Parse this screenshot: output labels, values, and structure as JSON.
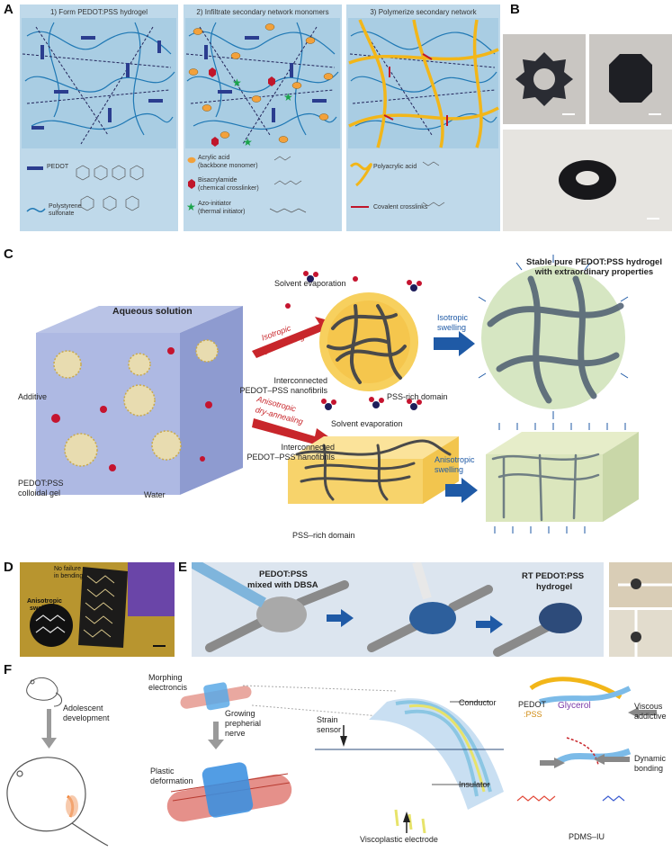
{
  "panels": {
    "A": "A",
    "B": "B",
    "C": "C",
    "D": "D",
    "E": "E",
    "F": "F"
  },
  "a": {
    "step1": "1) Form PEDOT:PSS hydrogel",
    "step2": "2) Infiltrate secondary network monomers",
    "step3": "3) Polymerize secondary network",
    "legend1": [
      "PEDOT",
      "Polystyrene sulfonate"
    ],
    "legend2": [
      "Acrylic acid",
      "(backbone monomer)",
      "Bisacrylamide",
      "(chemical crosslinker)",
      "Azo-initiator",
      "(thermal initiator)"
    ],
    "legend3": [
      "Polyacrylic acid",
      "Covalent crosslinks"
    ]
  },
  "c": {
    "top_title_1": "Stable pure PEDOT:PSS hydrogel",
    "top_title_2": "with extraordinary properties",
    "aqueous": "Aqueous solution",
    "additive": "Additive",
    "colloid_1": "PEDOT:PSS",
    "colloid_2": "colloidal gel",
    "water": "Water",
    "iso_dry_1": "Isotropic",
    "iso_dry_2": "dry-annealing",
    "aniso_dry_1": "Anisotropic",
    "aniso_dry_2": "dry-annealing",
    "solvent_evap": "Solvent evaporation",
    "nanofibrils_1": "Interconnected",
    "nanofibrils_2": "PEDOT–PSS nanofibrils",
    "pss_domain": "PSS-rich domain",
    "pss_domain2": "PSS–rich domain",
    "iso_swell_1": "Isotropic",
    "iso_swell_2": "swelling",
    "aniso_swell_1": "Anisotropic",
    "aniso_swell_2": "swelling"
  },
  "d": {
    "no_failure_1": "No failure",
    "no_failure_2": "in bending",
    "aniso_1": "Anisotropic",
    "aniso_2": "swelling"
  },
  "e": {
    "mixed_1": "PEDOT:PSS",
    "mixed_2": "mixed with DBSA",
    "rt_1": "RT PEDOT:PSS",
    "rt_2": "hydrogel"
  },
  "f": {
    "adolescent_1": "Adolescent",
    "adolescent_2": "development",
    "morphing_1": "Morphing",
    "morphing_2": "electroncis",
    "growing_1": "Growing",
    "growing_2": "prepherial",
    "growing_3": "nerve",
    "plastic_1": "Plastic",
    "plastic_2": "deformation",
    "strain_1": "Strain",
    "strain_2": "sensor",
    "conductor": "Conductor",
    "insulator": "Insulator",
    "visco_electrode": "Viscoplastic electrode",
    "pedot_1": "PEDOT",
    "pedot_2": ":PSS",
    "glycerol": "Glycerol",
    "viscous_1": "Viscous",
    "viscous_2": "addictive",
    "dynamic_1": "Dynamic",
    "dynamic_2": "bonding",
    "pdms": "PDMS–IU"
  },
  "colors": {
    "panel_blue": "#bfd9ea",
    "pedot": "#2b3d8f",
    "arrow_red": "#c8262b",
    "arrow_blue": "#1f5aa6",
    "gel_yellow": "#f5c64f"
  }
}
